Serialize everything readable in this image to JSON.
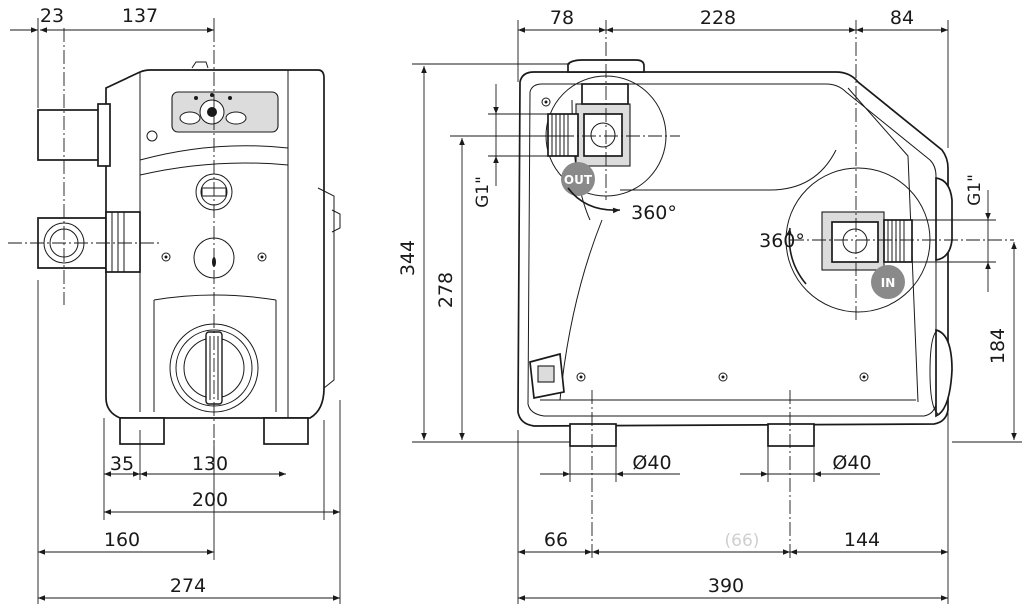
{
  "front_view": {
    "top_dims": {
      "d1": "23",
      "d2": "137"
    },
    "bottom_dims": {
      "d1": "35",
      "d2": "130",
      "d3": "200",
      "d4": "160",
      "d5": "274"
    }
  },
  "side_view": {
    "top_dims": {
      "d1": "78",
      "d2": "228",
      "d3": "84"
    },
    "left_dims": {
      "height_total": "344",
      "height_outlet": "278"
    },
    "right_dims": {
      "height_inlet": "184"
    },
    "thread_out": "G1\"",
    "thread_in": "G1\"",
    "rotation_out": "360°",
    "rotation_in": "360°",
    "badge_out": "OUT",
    "badge_in": "IN",
    "foot_dia_1": "Ø40",
    "foot_dia_2": "Ø40",
    "bottom_dims": {
      "d1": "66",
      "d2": "(66)",
      "d3": "144",
      "d4": "390"
    }
  }
}
